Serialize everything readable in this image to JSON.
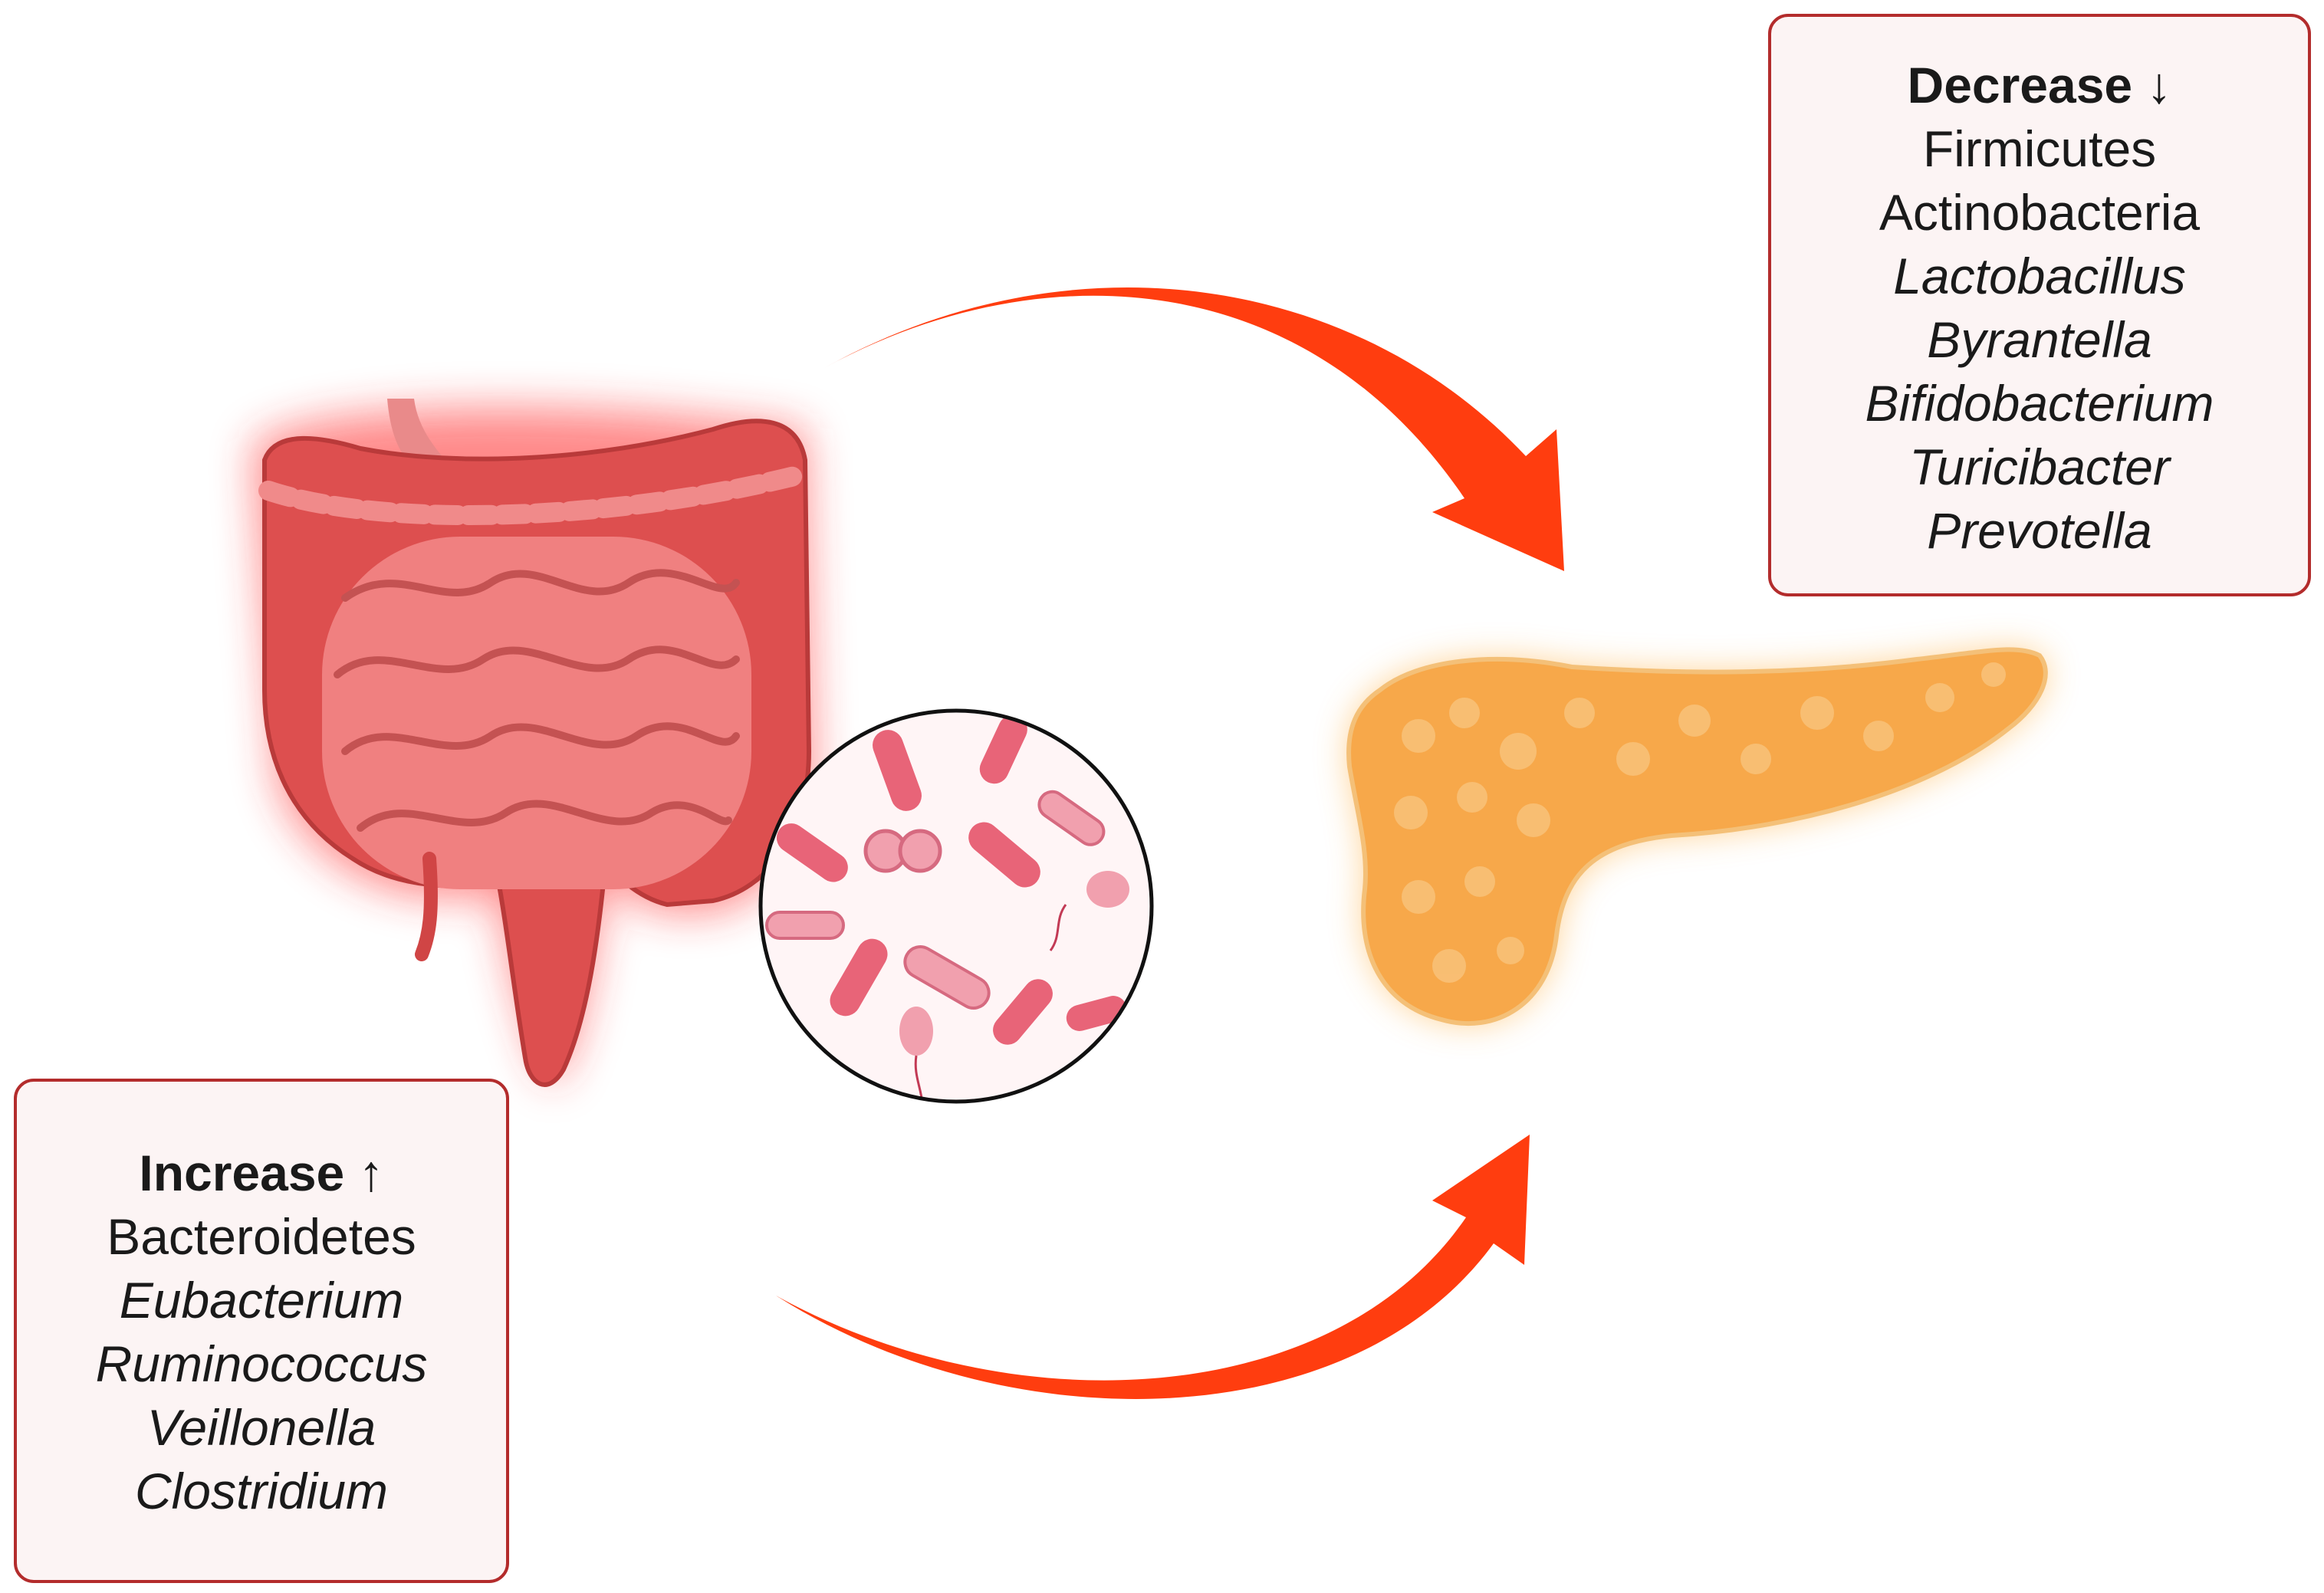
{
  "decrease": {
    "heading": "Decrease ↓",
    "items": [
      {
        "text": "Firmicutes",
        "italic": false
      },
      {
        "text": "Actinobacteria",
        "italic": false
      },
      {
        "text": "Lactobacillus",
        "italic": true
      },
      {
        "text": "Byrantella",
        "italic": true
      },
      {
        "text": "Bifidobacterium",
        "italic": true
      },
      {
        "text": "Turicibacter",
        "italic": true
      },
      {
        "text": "Prevotella",
        "italic": true
      }
    ]
  },
  "increase": {
    "heading": "Increase ↑",
    "items": [
      {
        "text": "Bacteroidetes",
        "italic": false
      },
      {
        "text": "Eubacterium",
        "italic": true
      },
      {
        "text": "Ruminococcus",
        "italic": true
      },
      {
        "text": "Veillonella",
        "italic": true
      },
      {
        "text": "Clostridium",
        "italic": true
      }
    ]
  },
  "colors": {
    "arrow": "#ff3d0f",
    "box_border": "#b32c2c",
    "box_fill": "#fcf4f4",
    "intestine": "#e45a5a",
    "pancreas": "#f7a84a"
  },
  "icons": [
    "intestine-icon",
    "bacteria-magnifier-icon",
    "pancreas-icon",
    "arrow-top-icon",
    "arrow-bottom-icon"
  ]
}
